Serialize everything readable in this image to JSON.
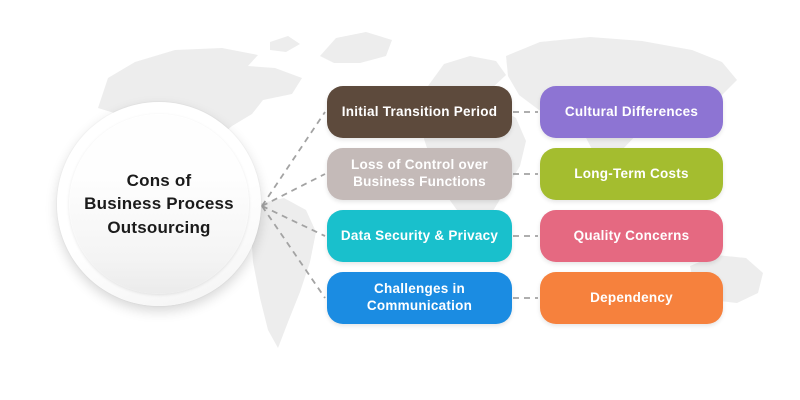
{
  "diagram": {
    "title": "Cons of\nBusiness Process\nOutsourcing",
    "left_items": [
      {
        "label": "Initial Transition Period",
        "color": "#5D4A3C"
      },
      {
        "label": "Loss of Control over Business Functions",
        "color": "#C4BAB8"
      },
      {
        "label": "Data Security & Privacy",
        "color": "#19C0CC"
      },
      {
        "label": "Challenges in Communication",
        "color": "#1B8CE2"
      }
    ],
    "right_items": [
      {
        "label": "Cultural Differences",
        "color": "#8D74D3"
      },
      {
        "label": "Long-Term Costs",
        "color": "#A4BD2F"
      },
      {
        "label": "Quality Concerns",
        "color": "#E56981"
      },
      {
        "label": "Dependency",
        "color": "#F6813D"
      }
    ],
    "connector_color": "#A3A3A3",
    "map_color": "#EDEDED",
    "background_color": "#FFFFFF",
    "title_text_color": "#1B1B1B",
    "box_text_color": "#FFFFFF"
  }
}
